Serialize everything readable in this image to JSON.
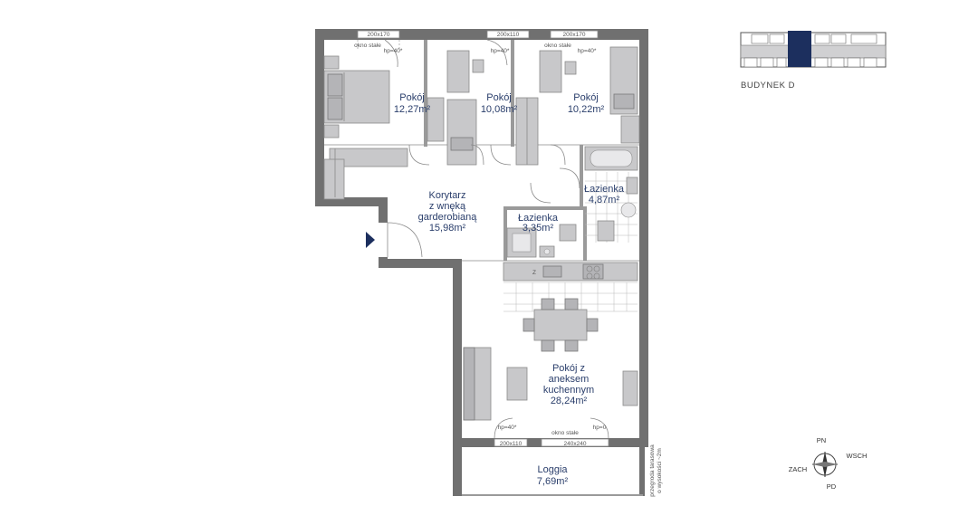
{
  "rooms": [
    {
      "name": "Pokój",
      "area": "12,27m²"
    },
    {
      "name": "Pokój",
      "area": "10,08m²"
    },
    {
      "name": "Pokój",
      "area": "10,22m²"
    },
    {
      "name": "Łazienka",
      "area": "4,87m²"
    },
    {
      "name_lines": [
        "Korytarz",
        "z wnęką",
        "garderobianą"
      ],
      "area": "15,98m²"
    },
    {
      "name": "Łazienka",
      "area": "3,35m²"
    },
    {
      "name_lines": [
        "Pokój z",
        "aneksem",
        "kuchennym"
      ],
      "area": "28,24m²"
    },
    {
      "name": "Loggia",
      "area": "7,69m²"
    }
  ],
  "windows": {
    "w1": "200x170",
    "w2": "200x110",
    "w3": "200x170",
    "w4": "200x110",
    "w5": "240x240"
  },
  "window_notes": {
    "okno_stale": "okno stałe",
    "hp40": "hp=40*",
    "hp0": "hp=0"
  },
  "kitchen_mark": "Z",
  "partition_note": [
    "przegroda tarasowa",
    "o wysokości ~2m"
  ],
  "building_label": "BUDYNEK D",
  "building_colors": {
    "highlight": "#1c2f5e",
    "block": "#ffffff"
  },
  "compass": {
    "n": "PN",
    "e": "WSCH",
    "s": "PD",
    "w": "ZACH"
  },
  "entrance_marker_color": "#1c2f5e",
  "wall_color": "#707070",
  "label_color": "#2a3e6b"
}
